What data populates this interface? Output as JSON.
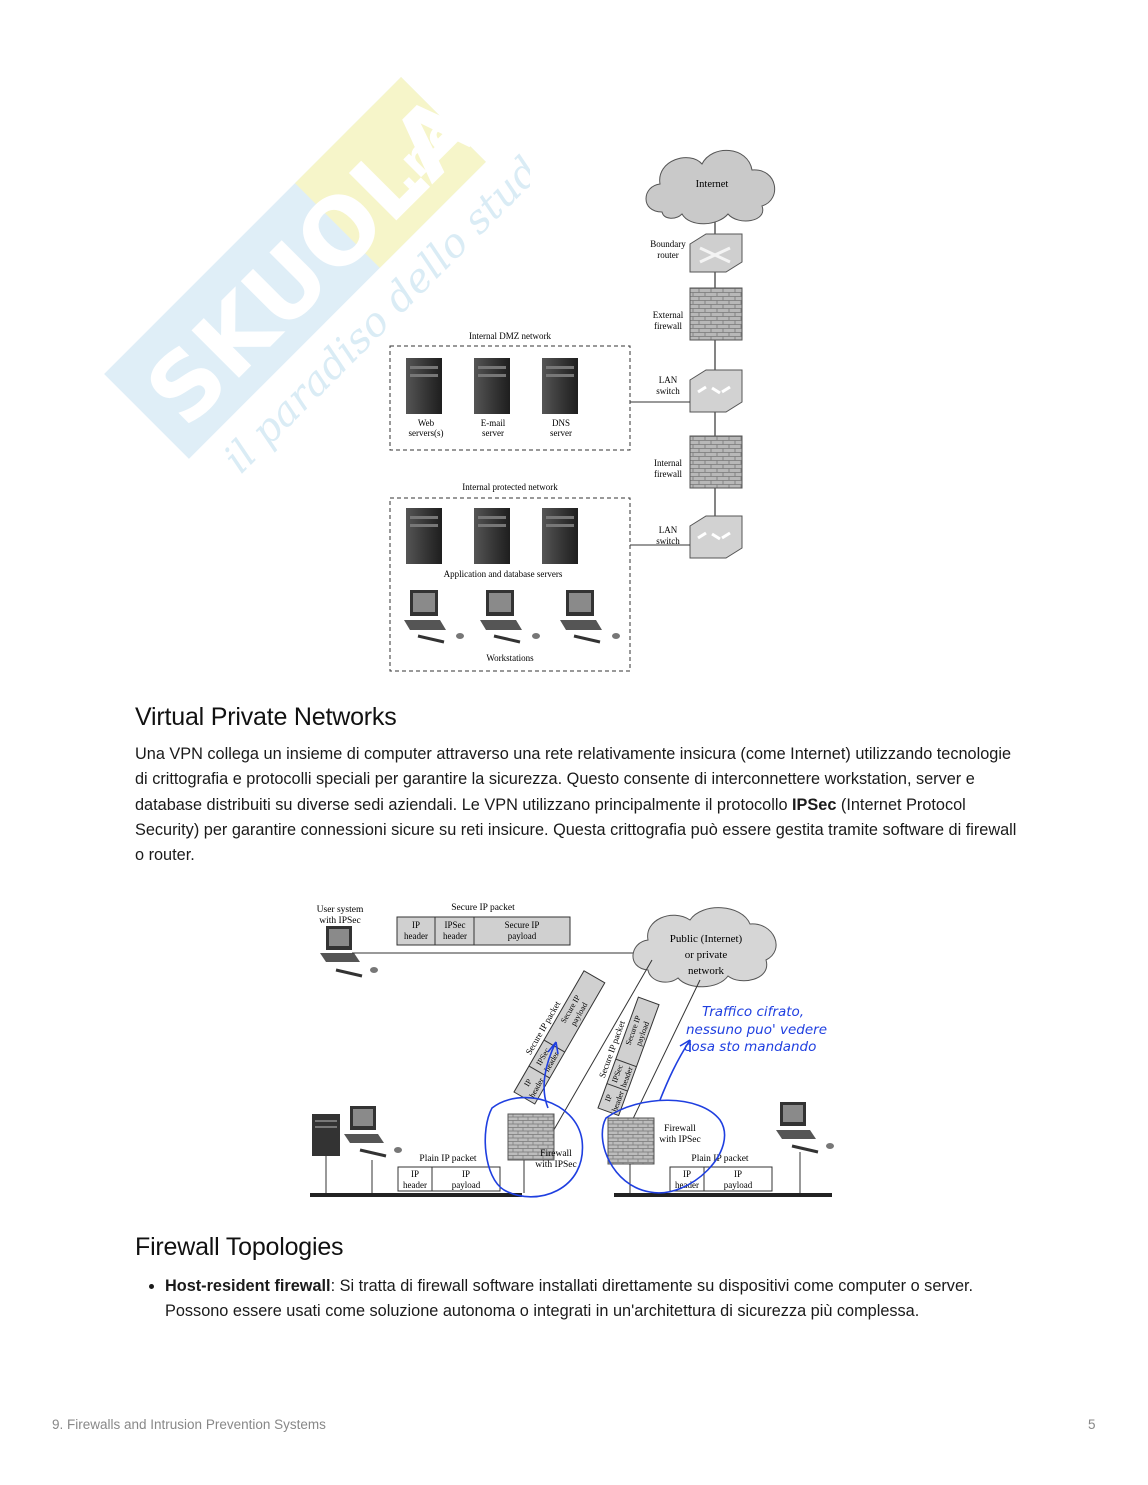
{
  "watermark": {
    "brand": "SKUOLA.net",
    "tagline": "il paradiso dello studente"
  },
  "figure1": {
    "cloud": "Internet",
    "boundary_router": [
      "Boundary",
      "router"
    ],
    "external_firewall": [
      "External",
      "firewall"
    ],
    "lan_switch_1": [
      "LAN",
      "switch"
    ],
    "internal_firewall": [
      "Internal",
      "firewall"
    ],
    "lan_switch_2": [
      "LAN",
      "switch"
    ],
    "dmz_title": "Internal DMZ network",
    "dmz_servers": [
      [
        "Web",
        "servers(s)"
      ],
      [
        "E-mail",
        "server"
      ],
      [
        "DNS",
        "server"
      ]
    ],
    "protected_title": "Internal protected network",
    "app_servers_label": "Application and database servers",
    "workstations_label": "Workstations"
  },
  "section_vpn": {
    "title": "Virtual Private Networks",
    "p1": "Una VPN collega un insieme di computer attraverso una rete relativamente insicura (come Internet) utilizzando tecnologie di crittografia e protocolli speciali per garantire la sicurezza. Questo consente di interconnettere workstation, server e database distribuiti su diverse sedi aziendali. Le VPN utilizzano principalmente il protocollo ",
    "p1_bold": "IPSec",
    "p1_end": " (Internet Protocol Security) per garantire connessioni sicure su reti insicure. Questa crittografia può essere gestita tramite software di firewall o router."
  },
  "figure2": {
    "user_system": [
      "User system",
      "with IPSec"
    ],
    "secure_packet_title": "Secure IP packet",
    "secure_fields": [
      [
        "IP",
        "header"
      ],
      [
        "IPSec",
        "header"
      ],
      [
        "Secure IP",
        "payload"
      ]
    ],
    "cloud": [
      "Public (Internet)",
      "or private",
      "network"
    ],
    "plain_packet_title": "Plain IP packet",
    "plain_fields": [
      [
        "IP",
        "header"
      ],
      [
        "IP",
        "payload"
      ]
    ],
    "firewall_label": [
      "Firewall",
      "with IPSec"
    ],
    "handwritten_note": [
      "Traffico cifrato,",
      "nessuno puo' vedere",
      "cosa sto mandando"
    ]
  },
  "section_topologies": {
    "title": "Firewall Topologies",
    "items": [
      {
        "bold": "Host-resident firewall",
        "text": ": Si tratta di firewall software installati direttamente su dispositivi come computer o server. Possono essere usati come soluzione autonoma o integrati in un'architettura di sicurezza più complessa."
      }
    ]
  },
  "footer": {
    "title": "9. Firewalls and Intrusion Prevention Systems",
    "page": "5"
  },
  "colors": {
    "handwriting": "#1f3fe0",
    "watermark_blue": "#cfe6f4",
    "watermark_yellow": "#f6f3b8",
    "text": "#1a1a1a"
  }
}
